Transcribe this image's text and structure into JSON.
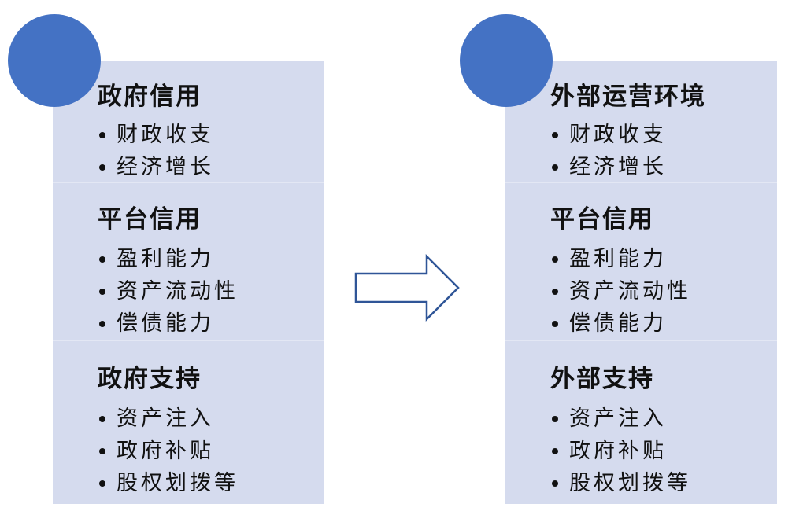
{
  "colors": {
    "panel_fill": "#d5dbee",
    "circle_fill": "#4472c4",
    "arrow_stroke": "#2f5597",
    "text": "#111111"
  },
  "left_panel": {
    "sections": [
      {
        "heading": "政府信用",
        "items": [
          "财政收支",
          "经济增长"
        ]
      },
      {
        "heading": "平台信用",
        "items": [
          "盈利能力",
          "资产流动性",
          "偿债能力"
        ]
      },
      {
        "heading": "政府支持",
        "items": [
          "资产注入",
          "政府补贴",
          "股权划拨等"
        ]
      }
    ]
  },
  "right_panel": {
    "sections": [
      {
        "heading": "外部运营环境",
        "items": [
          "财政收支",
          "经济增长"
        ]
      },
      {
        "heading": "平台信用",
        "items": [
          "盈利能力",
          "资产流动性",
          "偿债能力"
        ]
      },
      {
        "heading": "外部支持",
        "items": [
          "资产注入",
          "政府补贴",
          "股权划拨等"
        ]
      }
    ]
  },
  "icons": {
    "transition_arrow": "right-arrow-icon",
    "section_marker": "circle-icon"
  }
}
